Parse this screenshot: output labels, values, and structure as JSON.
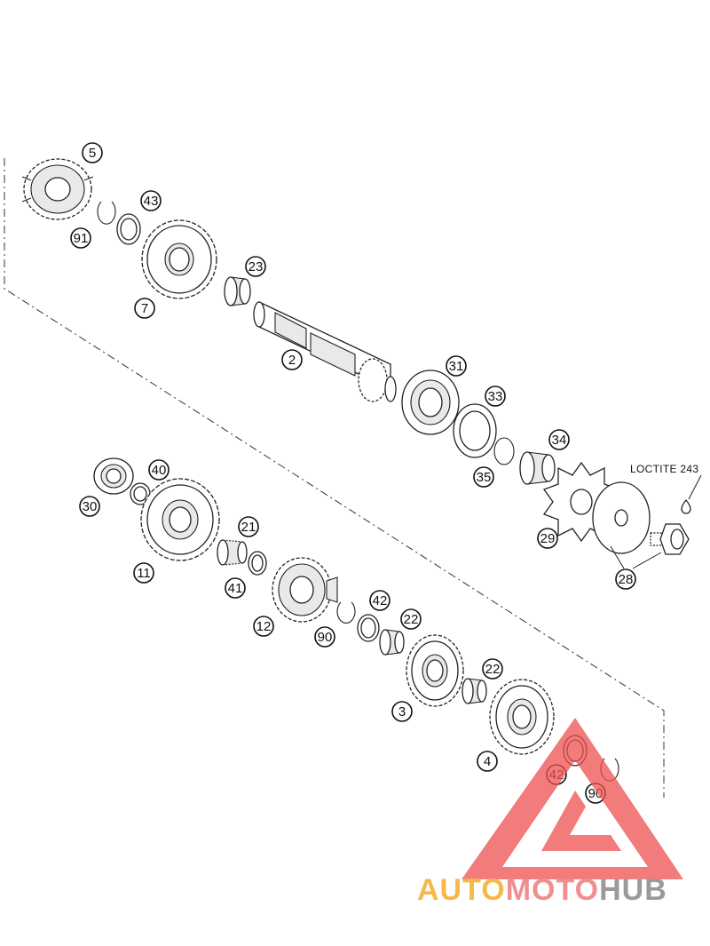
{
  "note": "LOCTITE 243",
  "watermark": {
    "part1": "AUTO",
    "part2": "MOTO",
    "part3": "HUB",
    "color1": "#f5b94a",
    "color2": "#ef8f8f",
    "color3": "#9a9a9a",
    "logo_color": "#ee5050"
  },
  "callouts": {
    "c5": "5",
    "c91": "91",
    "c43": "43",
    "c7": "7",
    "c23": "23",
    "c2": "2",
    "c31": "31",
    "c33": "33",
    "c35": "35",
    "c34": "34",
    "c29": "29",
    "c28": "28",
    "c30": "30",
    "c40": "40",
    "c11": "11",
    "c21": "21",
    "c41": "41",
    "c12": "12",
    "c90a": "90",
    "c42a": "42",
    "c22a": "22",
    "c3": "3",
    "c22b": "22",
    "c4": "4",
    "c42b": "42",
    "c90b": "90"
  }
}
